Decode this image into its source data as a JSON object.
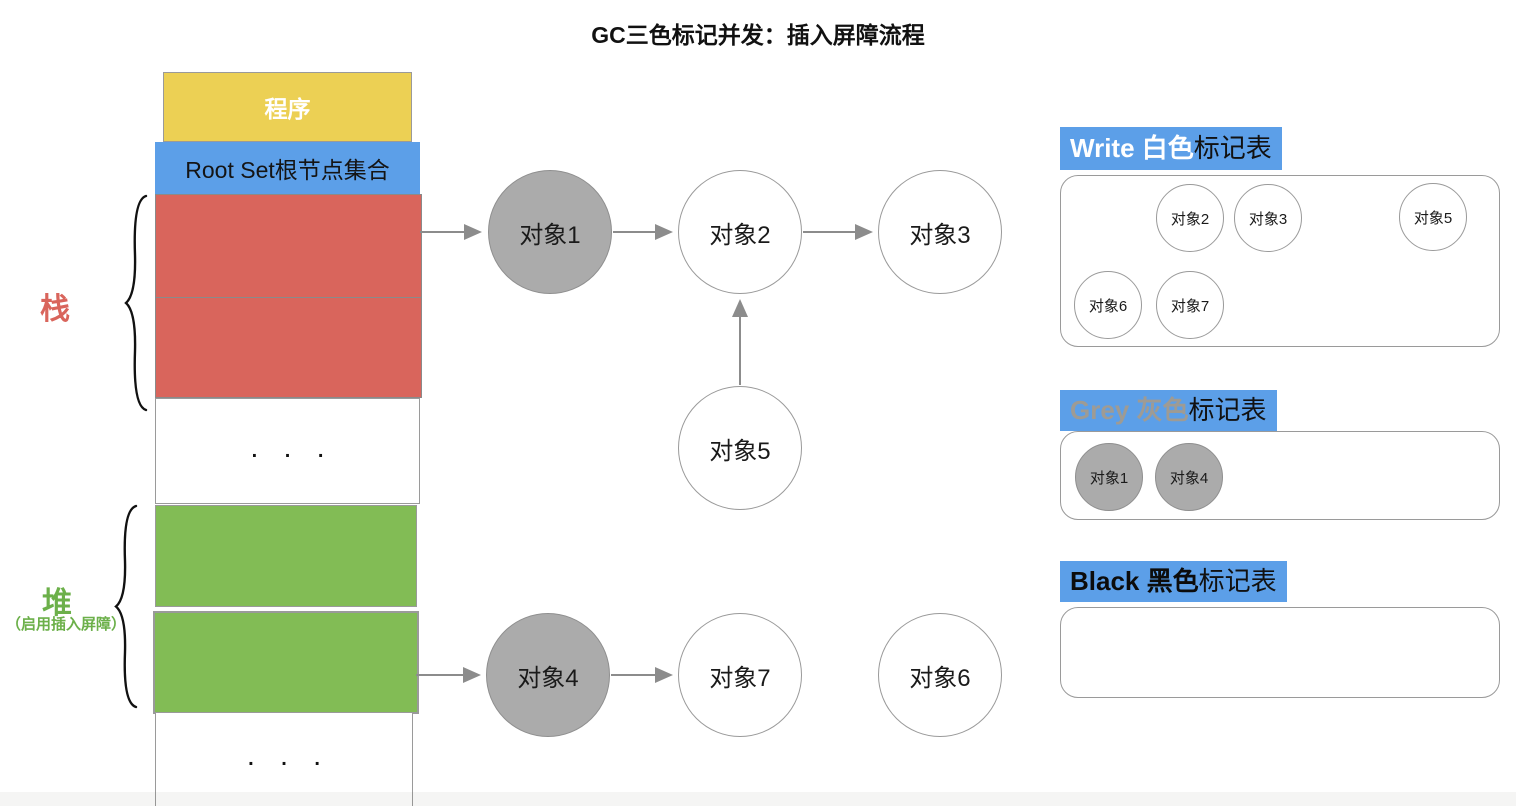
{
  "title": "GC三色标记并发：插入屏障流程",
  "colors": {
    "program_yellow": "#ECD054",
    "root_set_blue": "#5C9FE8",
    "stack_red": "#D9655C",
    "heap_green": "#82BC55",
    "grey_object_fill": "#ABABAB",
    "grey_title_text": "#9E9B94",
    "arrow_grey": "#8C8C8C"
  },
  "memory": {
    "program_label": "程序",
    "root_set_label": "Root Set根节点集合",
    "stack_label": "栈",
    "heap_label": "堆",
    "heap_note": "（启用插入屏障）",
    "ellipsis": ". . ."
  },
  "graph": {
    "nodes": [
      {
        "id": "obj1",
        "label": "对象1",
        "color": "grey"
      },
      {
        "id": "obj2",
        "label": "对象2",
        "color": "white"
      },
      {
        "id": "obj3",
        "label": "对象3",
        "color": "white"
      },
      {
        "id": "obj4",
        "label": "对象4",
        "color": "grey"
      },
      {
        "id": "obj5",
        "label": "对象5",
        "color": "white"
      },
      {
        "id": "obj6",
        "label": "对象6",
        "color": "white"
      },
      {
        "id": "obj7",
        "label": "对象7",
        "color": "white"
      }
    ],
    "edges": [
      {
        "from": "stack",
        "to": "obj1"
      },
      {
        "from": "obj1",
        "to": "obj2"
      },
      {
        "from": "obj2",
        "to": "obj3"
      },
      {
        "from": "obj5",
        "to": "obj2"
      },
      {
        "from": "heap",
        "to": "obj4"
      },
      {
        "from": "obj4",
        "to": "obj7"
      }
    ]
  },
  "tables": {
    "white": {
      "title_highlight": "Write 白色",
      "title_rest": "标记表",
      "items": [
        "对象2",
        "对象3",
        "对象5",
        "对象6",
        "对象7"
      ]
    },
    "grey": {
      "title_highlight": "Grey 灰色",
      "title_rest": "标记表",
      "items": [
        "对象1",
        "对象4"
      ]
    },
    "black": {
      "title_highlight": "Black 黑色",
      "title_rest": "标记表",
      "items": []
    }
  }
}
